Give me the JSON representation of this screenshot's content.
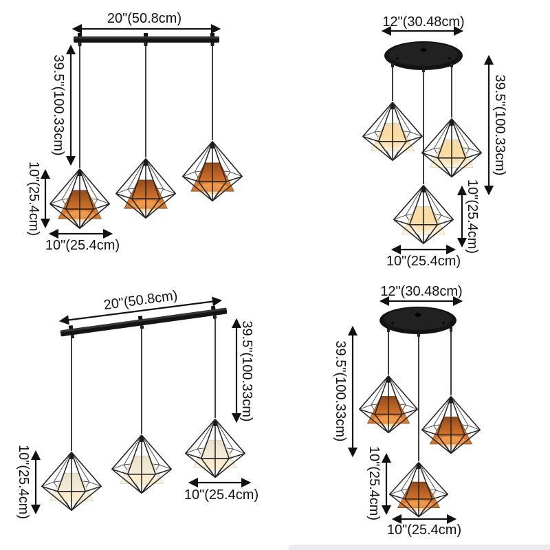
{
  "colors": {
    "background": "#ffffff",
    "metal_black": "#151515",
    "cage_wire": "#242424",
    "cord": "#2b2b2b",
    "amber_shade": "#c86c26",
    "lit_shade": "#f4d8a2",
    "cream_shade": "#f2e9d4",
    "dimension_ink": "#111111",
    "bottom_strip": "#ececf0"
  },
  "quadrants": [
    {
      "position": "top-left",
      "canopy_type": "linear-bar",
      "shade_finish": "amber-fabric",
      "pendant_count": 3,
      "labels": {
        "canopy_width": "20\"(50.8cm)",
        "fixture_height": "39.5\"(100.33cm)",
        "shade_height": "10\"(25.4cm)",
        "shade_width": "10\"(25.4cm)"
      }
    },
    {
      "position": "top-right",
      "canopy_type": "round-plate",
      "shade_finish": "white-fabric-lit",
      "pendant_count": 3,
      "labels": {
        "canopy_width": "12\"(30.48cm)",
        "fixture_height": "39.5\"(100.33cm)",
        "shade_height": "10\"(25.4cm)",
        "shade_width": "10\"(25.4cm)"
      }
    },
    {
      "position": "bottom-left",
      "canopy_type": "linear-bar",
      "shade_finish": "white-fabric",
      "pendant_count": 3,
      "labels": {
        "canopy_width": "20\"(50.8cm)",
        "fixture_height": "39.5\"(100.33cm)",
        "shade_height": "10\"(25.4cm)",
        "shade_width": "10\"(25.4cm)"
      }
    },
    {
      "position": "bottom-right",
      "canopy_type": "round-plate",
      "shade_finish": "amber-fabric",
      "pendant_count": 3,
      "labels": {
        "canopy_width": "12\"(30.48cm)",
        "fixture_height": "39.5\"(100.33cm)",
        "shade_height": "10\"(25.4cm)",
        "shade_width": "10\"(25.4cm)"
      }
    }
  ]
}
